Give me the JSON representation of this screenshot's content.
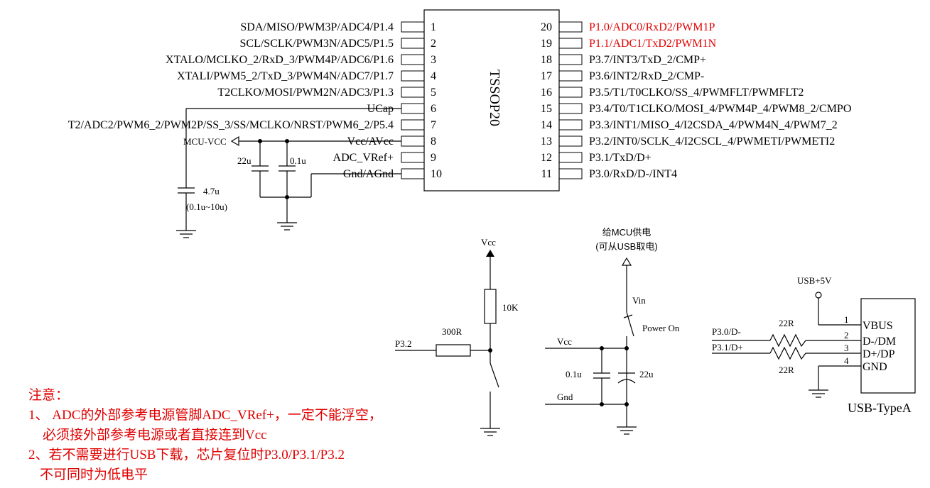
{
  "chip": {
    "name": "TSSOP20",
    "left_pins": [
      {
        "num": "1",
        "label": "SDA/MISO/PWM3P/ADC4/P1.4"
      },
      {
        "num": "2",
        "label": "SCL/SCLK/PWM3N/ADC5/P1.5"
      },
      {
        "num": "3",
        "label": "XTALO/MCLKO_2/RxD_3/PWM4P/ADC6/P1.6"
      },
      {
        "num": "4",
        "label": "XTALI/PWM5_2/TxD_3/PWM4N/ADC7/P1.7"
      },
      {
        "num": "5",
        "label": "T2CLKO/MOSI/PWM2N/ADC3/P1.3"
      },
      {
        "num": "6",
        "label": "UCap"
      },
      {
        "num": "7",
        "label": "T2/ADC2/PWM6_2/PWM2P/SS_3/SS/MCLKO/NRST/PWM6_2/P5.4"
      },
      {
        "num": "8",
        "label": "Vcc/AVcc"
      },
      {
        "num": "9",
        "label": "ADC_VRef+"
      },
      {
        "num": "10",
        "label": "Gnd/AGnd"
      }
    ],
    "right_pins": [
      {
        "num": "20",
        "label": "P1.0/ADC0/RxD2/PWM1P",
        "highlight": true
      },
      {
        "num": "19",
        "label": "P1.1/ADC1/TxD2/PWM1N",
        "highlight": true
      },
      {
        "num": "18",
        "label": "P3.7/INT3/TxD_2/CMP+",
        "highlight": false
      },
      {
        "num": "17",
        "label": "P3.6/INT2/RxD_2/CMP-",
        "highlight": false
      },
      {
        "num": "16",
        "label": "P3.5/T1/T0CLKO/SS_4/PWMFLT/PWMFLT2",
        "highlight": false
      },
      {
        "num": "15",
        "label": "P3.4/T0/T1CLKO/MOSI_4/PWM4P_4/PWM8_2/CMPO",
        "highlight": false
      },
      {
        "num": "14",
        "label": "P3.3/INT1/MISO_4/I2CSDA_4/PWM4N_4/PWM7_2",
        "highlight": false
      },
      {
        "num": "13",
        "label": "P3.2/INT0/SCLK_4/I2CSCL_4/PWMETI/PWMETI2",
        "highlight": false
      },
      {
        "num": "12",
        "label": "P3.1/TxD/D+",
        "highlight": false
      },
      {
        "num": "11",
        "label": "P3.0/RxD/D-/INT4",
        "highlight": false
      }
    ]
  },
  "power_section": {
    "mcu_vcc": "MCU-VCC",
    "cap_ucap": "4.7u",
    "cap_ucap_range": "(0.1u~10u)",
    "cap_a": "22u",
    "cap_b": "0.1u"
  },
  "reset_section": {
    "vcc": "Vcc",
    "r_pullup": "10K",
    "r_series": "300R",
    "net": "P3.2"
  },
  "supply_section": {
    "title_line1": "给MCU供电",
    "title_line2": "(可从USB取电)",
    "vin": "Vin",
    "switch": "Power On",
    "vcc": "Vcc",
    "gnd": "Gnd",
    "cap_small": "0.1u",
    "cap_big": "22u"
  },
  "usb_section": {
    "supply": "USB+5V",
    "net_dm": "P3.0/D-",
    "net_dp": "P3.1/D+",
    "r_top": "22R",
    "r_bottom": "22R",
    "connector": "USB-TypeA",
    "pins": [
      {
        "num": "1",
        "name": "VBUS"
      },
      {
        "num": "2",
        "name": "D-/DM"
      },
      {
        "num": "3",
        "name": "D+/DP"
      },
      {
        "num": "4",
        "name": "GND"
      }
    ]
  },
  "notes": [
    "注意：",
    "1、 ADC的外部参考电源管脚ADC_VRef+，一定不能浮空，",
    "必须接外部参考电源或者直接连到Vcc",
    "2、若不需要进行USB下载，芯片复位时P3.0/P3.1/P3.2",
    "不可同时为低电平"
  ],
  "colors": {
    "wire": "#000000",
    "highlight": "#e00000",
    "note": "#e00000"
  }
}
